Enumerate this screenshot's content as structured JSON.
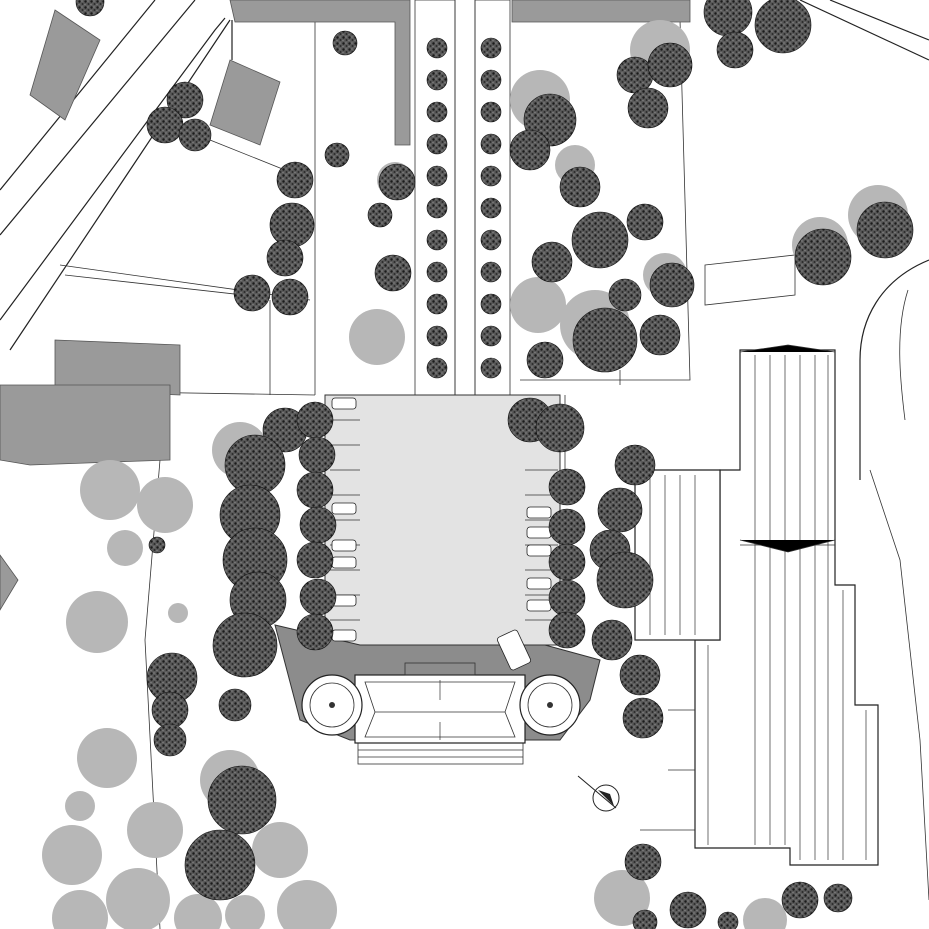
{
  "plan": {
    "type": "site-plan",
    "color_scheme": "grayscale",
    "colors": {
      "background": "#ffffff",
      "existing_building": "#9a9a9a",
      "existing_tree_canopy": "#b7b7b7",
      "forecourt": "#e3e3e3",
      "plaza": "#8c8c8c",
      "linework": "#222222"
    },
    "icons": [
      "north-arrow-icon"
    ],
    "alley_tree_count_per_row": 11,
    "parking_spaces_per_side": 9
  }
}
